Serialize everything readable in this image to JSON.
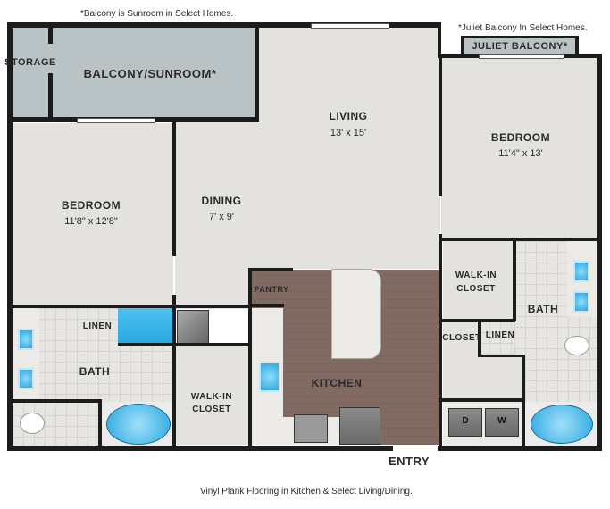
{
  "notes": {
    "balcony_note": "*Balcony is Sunroom in Select Homes.",
    "juliet_note": "*Juliet Balcony In Select Homes.",
    "flooring_note": "Vinyl Plank Flooring in Kitchen & Select Living/Dining."
  },
  "rooms": {
    "storage": {
      "name": "STORAGE"
    },
    "balcony": {
      "name": "BALCONY/SUNROOM*"
    },
    "juliet": {
      "name": "JULIET BALCONY*"
    },
    "living": {
      "name": "LIVING",
      "dims": "13' x 15'"
    },
    "bedroom_left": {
      "name": "BEDROOM",
      "dims": "11'8\" x 12'8\""
    },
    "dining": {
      "name": "DINING",
      "dims": "7' x 9'"
    },
    "bedroom_right": {
      "name": "BEDROOM",
      "dims": "11'4\" x 13'"
    },
    "pantry": {
      "name": "PANTRY"
    },
    "kitchen": {
      "name": "KITCHEN"
    },
    "linen_left": {
      "name": "LINEN"
    },
    "bath_left": {
      "name": "BATH"
    },
    "walkin_left": {
      "name": "WALK-IN",
      "name2": "CLOSET"
    },
    "walkin_right": {
      "name": "WALK-IN",
      "name2": "CLOSET"
    },
    "bath_right": {
      "name": "BATH"
    },
    "closet_right": {
      "name": "CLOSET"
    },
    "linen_right": {
      "name": "LINEN"
    }
  },
  "appliances": {
    "dryer": "D",
    "washer": "W"
  },
  "entry": "ENTRY",
  "colors": {
    "wall": "#1c1c1c",
    "floor": "#e3e2df",
    "balcony": "#b9c3c6",
    "wood": "#806a61",
    "water": "#2aa7e0"
  }
}
